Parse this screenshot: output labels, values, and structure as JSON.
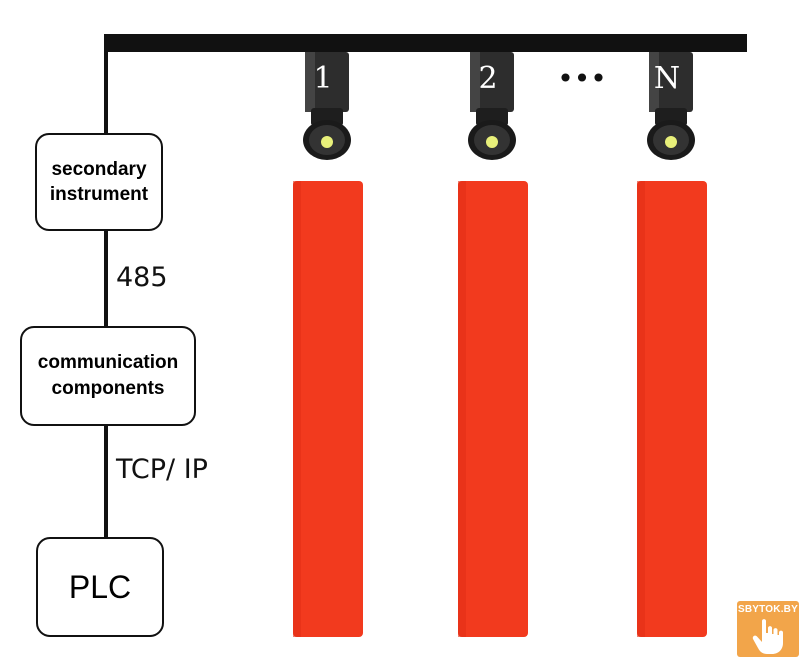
{
  "boxes": {
    "secondary_instrument": [
      "secondary",
      "instrument"
    ],
    "communication_components": [
      "communication",
      "components"
    ],
    "plc": "PLC"
  },
  "links": {
    "rs485": "485",
    "tcp_ip": "TCP/ IP"
  },
  "cameras": [
    {
      "label": "1"
    },
    {
      "label": "2"
    },
    {
      "label": "N"
    }
  ],
  "ellipsis": "•••",
  "colors": {
    "rail": "#111111",
    "bar_fill": "#f23a1e",
    "camera_body": "#2b2b2b",
    "lens_light": "#e8f07a",
    "watermark_bg": "#f2a54a"
  },
  "watermark": {
    "text": "SBYTOK.BY",
    "icon": "hand-pointer-icon"
  }
}
